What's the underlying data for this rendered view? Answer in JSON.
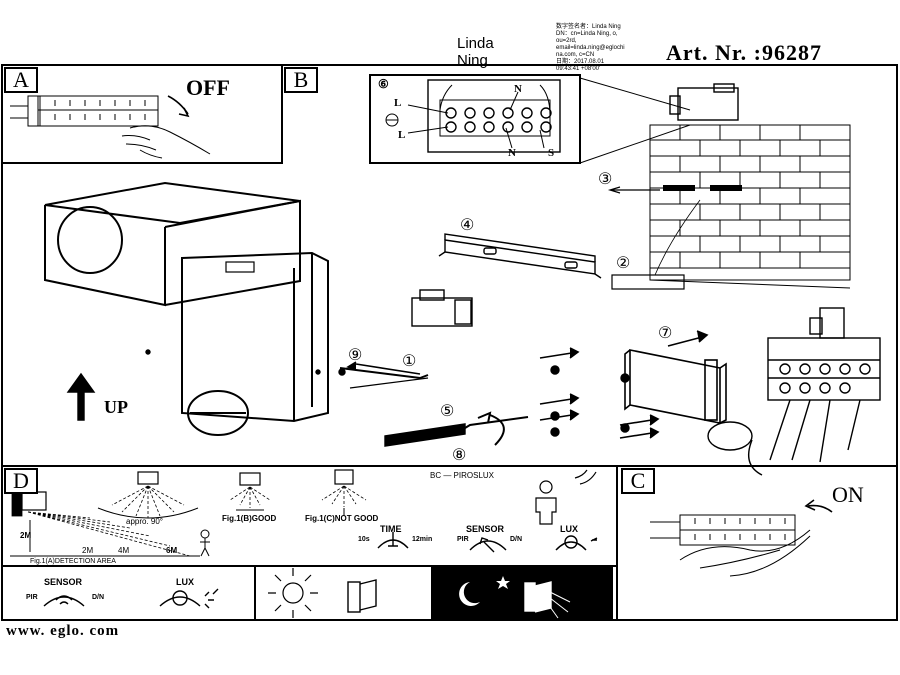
{
  "header": {
    "signer_name_line1": "Linda",
    "signer_name_line2": "Ning",
    "signature_text": "数字签名者：Linda Ning\nDN：cn=Linda Ning, o,\nou=2rd,\nemail=linda.ning@eglochi\nna.com, c=CN\n日期：2017.08.01\n09:43:41 +08'00'",
    "article_number": "Art. Nr. :96287"
  },
  "panels": {
    "a": {
      "letter": "A",
      "label": "OFF"
    },
    "b": {
      "letter": "B",
      "terminal_labels": {
        "circle6": "⑥",
        "l1": "L",
        "l2": "L",
        "n1": "N",
        "n2": "N",
        "s": "S"
      },
      "steps": {
        "s1": "①",
        "s2": "②",
        "s3": "③",
        "s4": "④",
        "s5": "⑤",
        "s7": "⑦",
        "s8": "⑧",
        "s9": "⑨"
      },
      "up_label": "UP"
    },
    "c": {
      "letter": "C",
      "label": "ON"
    },
    "d": {
      "letter": "D",
      "title": "BC — PIROSLUX",
      "height_label": "2M",
      "distance_labels": [
        "2M",
        "4M",
        "6M"
      ],
      "angle_label": "appro. 90°",
      "fig_a": "Fig.1(A)DETECTION AREA",
      "fig_b": "Fig.1(B)GOOD",
      "fig_c": "Fig.1(C)NOT GOOD",
      "time_label": "TIME",
      "time_min": "10s",
      "time_max": "12min",
      "sensor_label": "SENSOR",
      "sensor_pir": "PIR",
      "sensor_dn": "D/N",
      "lux_label": "LUX"
    },
    "bottom": {
      "sensor_label": "SENSOR",
      "sensor_pir": "PIR",
      "sensor_dn": "D/N",
      "lux_label": "LUX"
    }
  },
  "footer": {
    "website": "www. eglo. com"
  }
}
